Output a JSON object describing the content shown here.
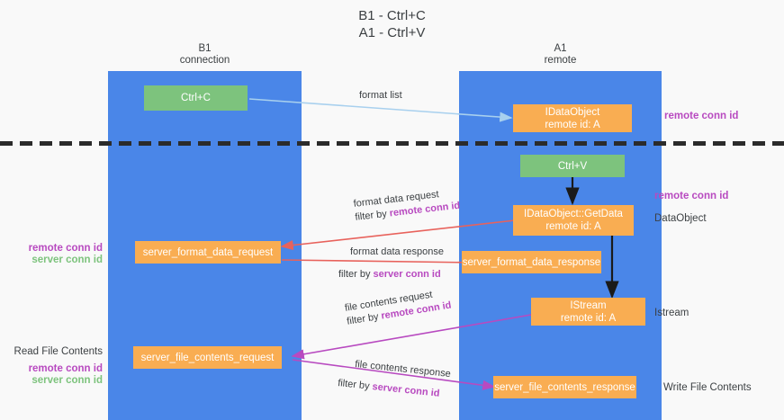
{
  "title": {
    "line1": "B1 - Ctrl+C",
    "line2": "A1 - Ctrl+V"
  },
  "columns": [
    {
      "name": "B1",
      "sub": "connection"
    },
    {
      "name": "A1",
      "sub": "remote"
    }
  ],
  "nodes": {
    "ctrl_c": {
      "label": "Ctrl+C"
    },
    "ctrl_v": {
      "label": "Ctrl+V"
    },
    "idataobject": {
      "line1": "IDataObject",
      "line2": "remote id: A"
    },
    "getdata": {
      "line1": "IDataObject::GetData",
      "line2": "remote id: A"
    },
    "istream": {
      "line1": "IStream",
      "line2": "remote id: A"
    },
    "server_format_data_request": {
      "label": "server_format_data_request"
    },
    "server_format_data_response": {
      "label": "server_format_data_response"
    },
    "server_file_contents_request": {
      "label": "server_file_contents_request"
    },
    "server_file_contents_response": {
      "label": "server_file_contents_response"
    }
  },
  "arrow_labels": {
    "format_list": "format list",
    "format_data_request": "format data request",
    "format_data_request_filter_prefix": "filter by ",
    "format_data_request_filter_value": "remote conn id",
    "format_data_response": "format data response",
    "format_data_response_filter_prefix": "filter by ",
    "format_data_response_filter_value": "server conn id",
    "file_contents_request": "file contents request",
    "file_contents_request_filter_prefix": "filter by ",
    "file_contents_request_filter_value": "remote conn id",
    "file_contents_response": "file contents response",
    "file_contents_response_filter_prefix": "filter by ",
    "file_contents_response_filter_value": "server conn id"
  },
  "right_labels": {
    "remote_conn_id_top": "remote conn id",
    "remote_conn_id_mid": "remote conn id",
    "dataobject": "DataObject",
    "istream": "Istream",
    "write_file_contents": "Write File Contents"
  },
  "left_labels": {
    "remote_conn_id_mid": "remote conn id",
    "server_conn_id_mid": "server conn id",
    "read_file_contents": "Read File Contents",
    "remote_conn_id_bottom": "remote conn id",
    "server_conn_id_bottom": "server conn id"
  },
  "colors": {
    "lane": "#4a86e8",
    "green_node": "#7dc37d",
    "orange_node": "#f9ad52",
    "remote_conn_id": "#b84ac0",
    "server_conn_id": "#7dc37d",
    "arrow_blue": "#a8d0ee",
    "arrow_red": "#e8625c",
    "arrow_magenta": "#b84ac0",
    "arrow_black": "#1a1a1a",
    "background": "#f9f9f9"
  }
}
